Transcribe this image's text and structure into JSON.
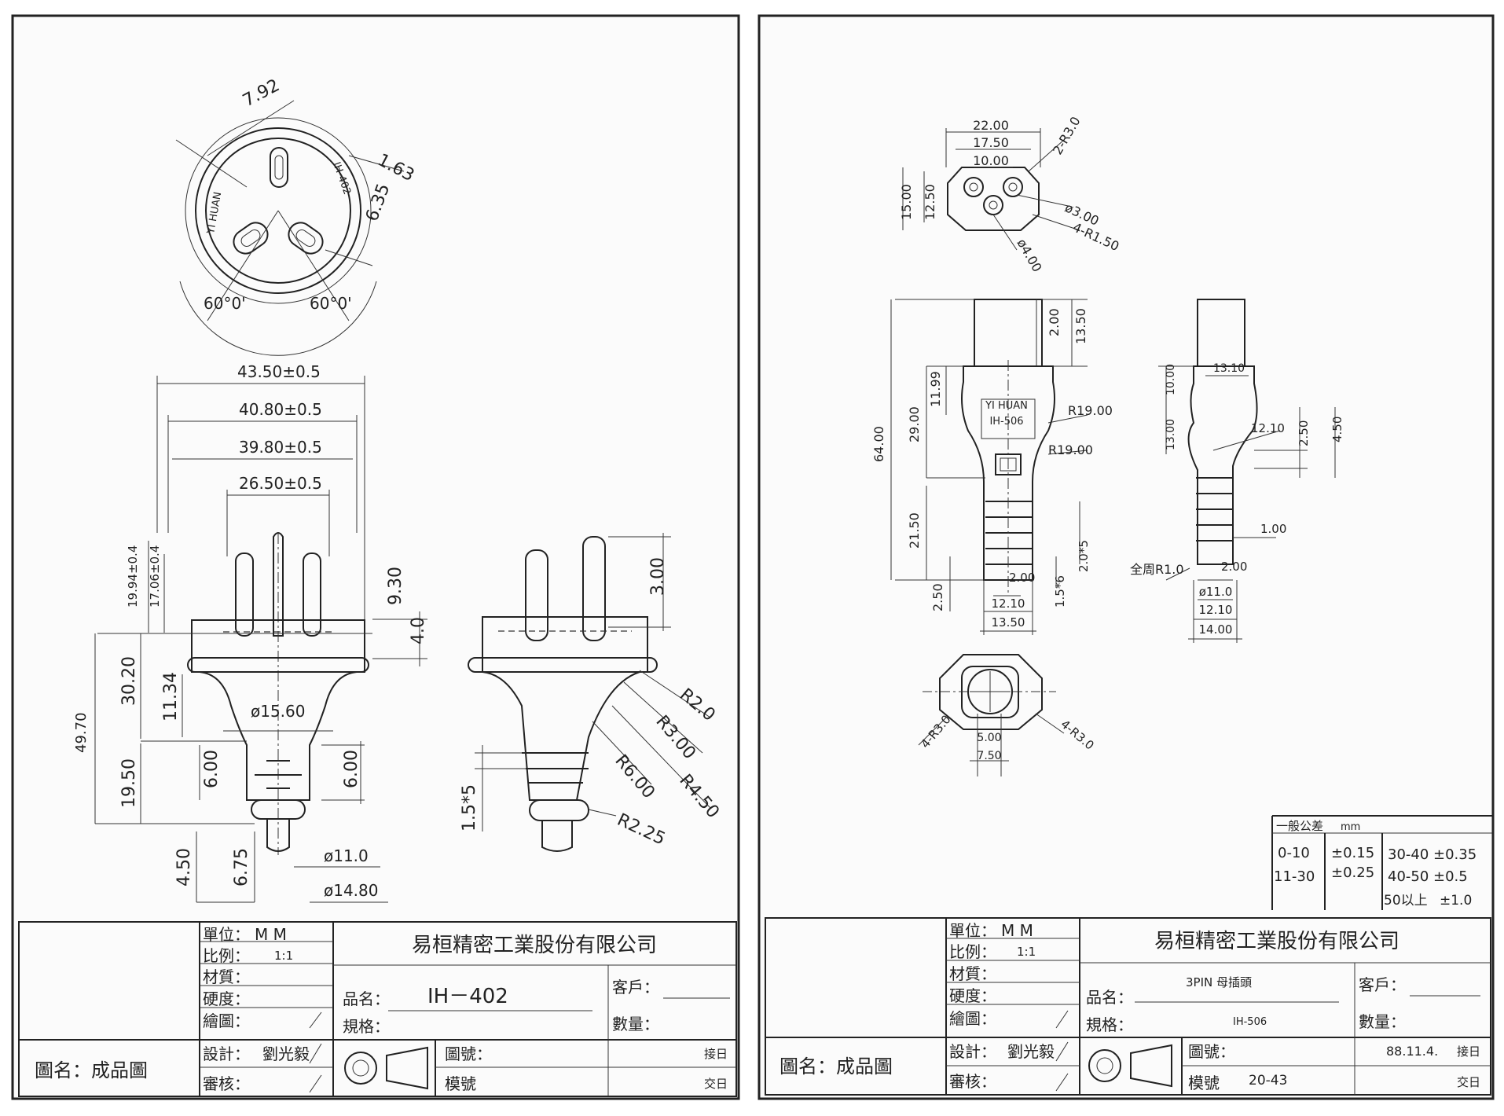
{
  "left_sheet": {
    "face": {
      "brand": "YI HUAN",
      "model": "IH-402",
      "dims": {
        "d1": "7.92",
        "d2": "1.63",
        "d3": "6.35",
        "a1": "60°0'",
        "a2": "60°0'"
      }
    },
    "front": {
      "dims": [
        "43.50±0.5",
        "40.80±0.5",
        "39.80±0.5",
        "26.50±0.5"
      ],
      "left_dims": [
        "19.94±0.4",
        "17.06±0.4",
        "49.70",
        "30.20",
        "11.34",
        "19.50",
        "6.00",
        "4.50",
        "6.75"
      ],
      "right_dims": [
        "9.30",
        "4.0",
        "6.00"
      ],
      "diameters": [
        "ø15.60",
        "ø11.0",
        "ø14.80"
      ]
    },
    "side": {
      "dims": [
        "3.00",
        "R2.0",
        "R3.00",
        "R4.50",
        "R6.00",
        "R2.25",
        "1.5*5"
      ]
    },
    "title_block": {
      "unit_label": "單位：",
      "unit_value": "M   M",
      "scale_label": "比例：",
      "scale_value": "1:1",
      "material_label": "材質：",
      "hardness_label": "硬度：",
      "drawn_label": "繪圖：",
      "design_label": "設計：",
      "design_value": "劉光毅",
      "review_label": "審核：",
      "company": "易桓精密工業股份有限公司",
      "product_label": "品名：",
      "product_value": "IH－402",
      "spec_label": "規格：",
      "customer_label": "客戶：",
      "qty_label": "數量：",
      "drawing_no_label": "圖號：",
      "mold_no_label": "模號",
      "receive_label": "接日",
      "deliver_label": "交日",
      "drawing_name": "圖名：成品圖"
    }
  },
  "right_sheet": {
    "top": {
      "dims": [
        "22.00",
        "17.50",
        "10.00",
        "2-R3.0",
        "15.00",
        "12.50",
        "ø3.00",
        "4-R1.50",
        "ø4.00"
      ]
    },
    "front": {
      "brand": "YI HUAN",
      "model": "IH-506",
      "dims": [
        "64.00",
        "29.00",
        "11.99",
        "21.50",
        "2.50",
        "2.00",
        "13.50",
        "R19.00",
        "R19.00",
        "2.00",
        "12.10",
        "13.50",
        "1.5*6",
        "2.0*5"
      ]
    },
    "side": {
      "dims": [
        "13.10",
        "10.00",
        "13.00",
        "12.10",
        "2.50",
        "4.50",
        "1.00",
        "全周R1.0",
        "2.00",
        "ø11.0",
        "12.10",
        "14.00"
      ]
    },
    "bottom": {
      "dims": [
        "4-R3.0",
        "4-R3.0",
        "5.00",
        "7.50"
      ]
    },
    "tolerance": {
      "title": "一般公差",
      "unit": "mm",
      "rows": [
        [
          "0-10",
          "±0.15",
          "30-40",
          "±0.35"
        ],
        [
          "11-30",
          "±0.25",
          "40-50",
          "±0.5"
        ],
        [
          "",
          "",
          "50以上",
          "±1.0"
        ]
      ]
    },
    "title_block": {
      "unit_label": "單位：",
      "unit_value": "M   M",
      "scale_label": "比例：",
      "scale_value": "1:1",
      "material_label": "材質：",
      "hardness_label": "硬度：",
      "drawn_label": "繪圖：",
      "design_label": "設計：",
      "design_value": "劉光毅",
      "review_label": "審核：",
      "company": "易桓精密工業股份有限公司",
      "product_label": "品名：",
      "product_value": "3PIN 母插頭",
      "spec_label": "規格：",
      "spec_value": "IH-506",
      "customer_label": "客戶：",
      "qty_label": "數量：",
      "drawing_no_label": "圖號：",
      "mold_no_label": "模號",
      "mold_no_value": "20-43",
      "date_value": "88.11.4.",
      "receive_label": "接日",
      "deliver_label": "交日",
      "drawing_name": "圖名：成品圖"
    }
  }
}
